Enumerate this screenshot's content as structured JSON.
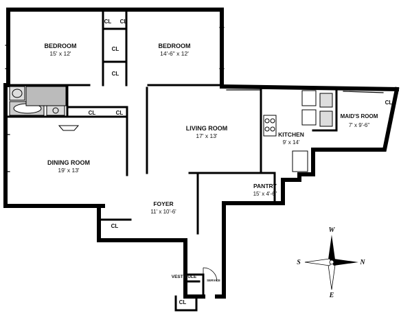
{
  "rooms": {
    "bedroom_left": {
      "name": "BEDROOM",
      "dim": "15' x 12'"
    },
    "bedroom_right": {
      "name": "BEDROOM",
      "dim": "14'-6\" x 12'"
    },
    "living_room": {
      "name": "LIVING ROOM",
      "dim": "17' x 13'"
    },
    "dining_room": {
      "name": "DINING ROOM",
      "dim": "19' x 13'"
    },
    "kitchen": {
      "name": "KITCHEN",
      "dim": "9' x 14'"
    },
    "maids_room": {
      "name": "MAID'S ROOM",
      "dim": "7' x 9'-6\""
    },
    "pantry": {
      "name": "PANTRY",
      "dim": "15' x 4'-6\""
    },
    "foyer": {
      "name": "FOYER",
      "dim": "11' x 10'-6'"
    },
    "vestibule": {
      "name": "VESTIBULE"
    },
    "service": {
      "name": "SERVICE"
    }
  },
  "closet_label": "CL",
  "compass": {
    "north": "N",
    "south": "S",
    "east": "E",
    "west": "W"
  }
}
